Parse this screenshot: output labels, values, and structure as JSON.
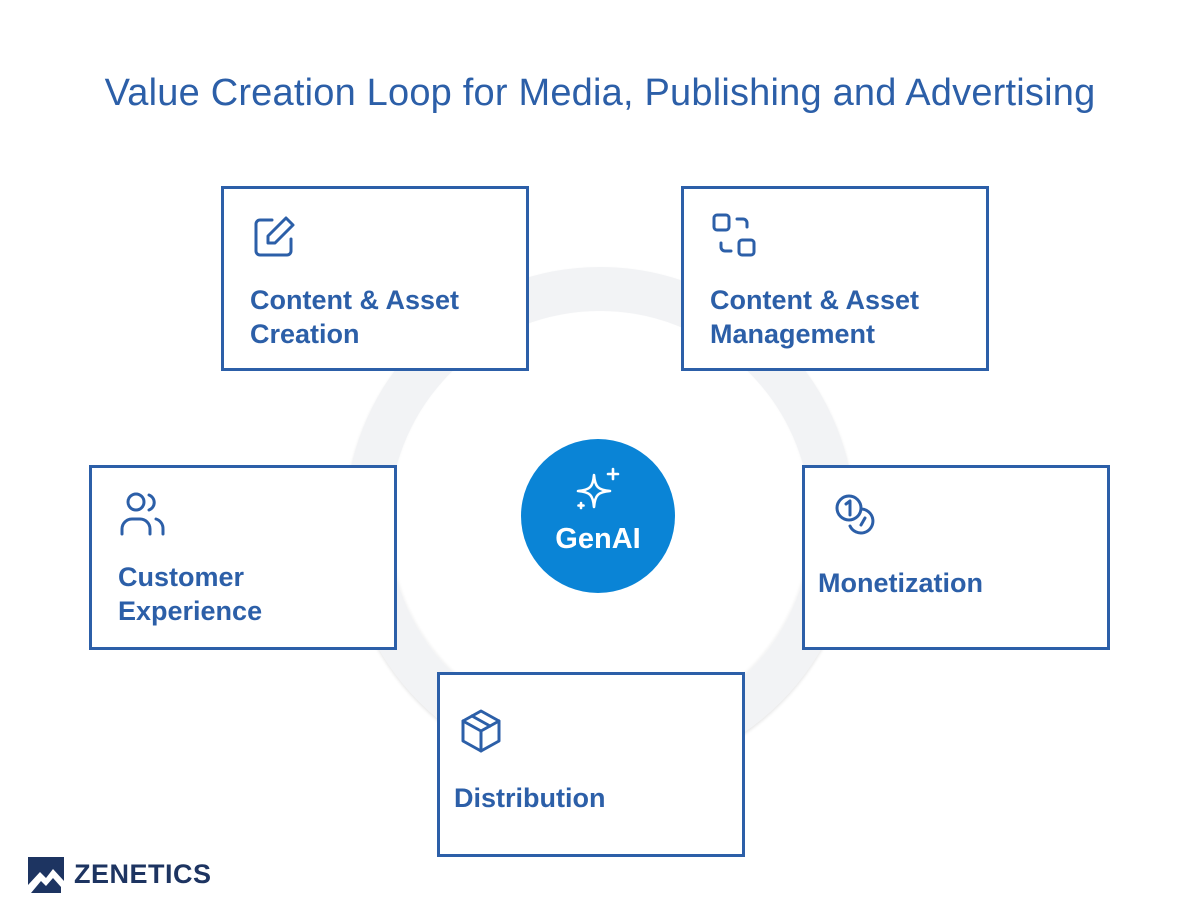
{
  "title": "Value Creation Loop for Media, Publishing and Advertising",
  "center": {
    "label": "GenAI",
    "icon": "sparkles-icon"
  },
  "cards": [
    {
      "id": "content-creation",
      "line1": "Content & Asset",
      "line2": "Creation",
      "icon": "pencil-square-icon"
    },
    {
      "id": "content-management",
      "line1": "Content & Asset",
      "line2": "Management",
      "icon": "linked-squares-icon"
    },
    {
      "id": "monetization",
      "line1": "Monetization",
      "line2": "",
      "icon": "coins-icon"
    },
    {
      "id": "distribution",
      "line1": "Distribution",
      "line2": "",
      "icon": "box-icon"
    },
    {
      "id": "customer-experience",
      "line1": "Customer",
      "line2": "Experience",
      "icon": "users-icon"
    }
  ],
  "logo": {
    "text": "ZENETICS"
  },
  "colors": {
    "primary": "#2c5fa8",
    "center": "#0a84d6",
    "ring": "#f2f3f5",
    "logo": "#1d3461"
  }
}
